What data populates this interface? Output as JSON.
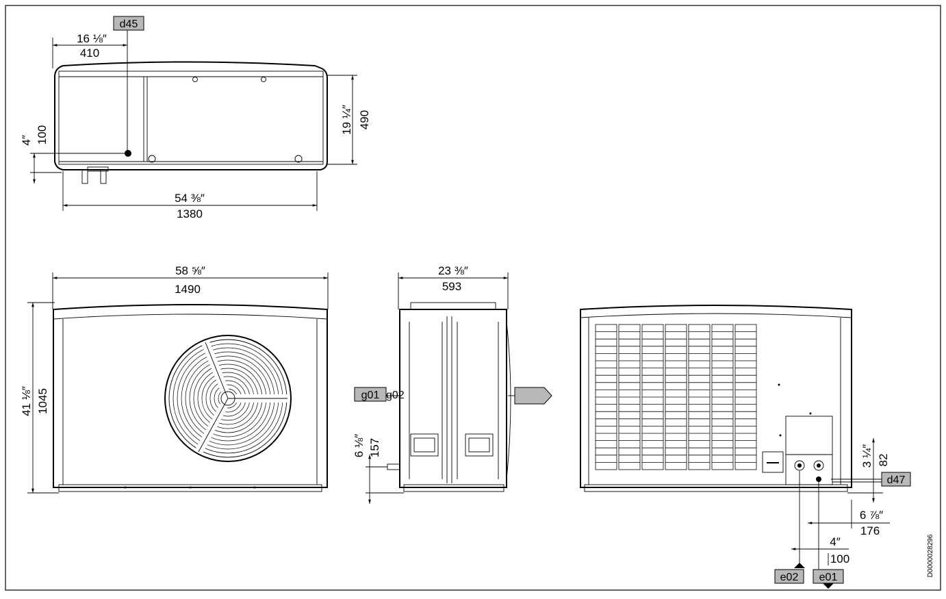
{
  "drawing_id": "D0000028296",
  "tags": {
    "d45": "d45",
    "g01": "g01",
    "g02": "g02",
    "d47": "d47",
    "e01": "e01",
    "e02": "e02"
  },
  "top_view": {
    "offset_in": "16 ⅛″",
    "offset_mm": "410",
    "depth_in": "19 ¼″",
    "depth_mm": "490",
    "height_in": "4″",
    "height_mm": "100",
    "width_in": "54 ⅜″",
    "width_mm": "1380"
  },
  "front_view": {
    "width_in": "58 ⅝″",
    "width_mm": "1490",
    "height_in": "41 ⅛″",
    "height_mm": "1045"
  },
  "side_view": {
    "depth_in": "23 ⅜″",
    "depth_mm": "593",
    "conn_in": "6 ⅛″",
    "conn_mm": "157"
  },
  "rear_view": {
    "h_in": "3 ¼″",
    "h_mm": "82",
    "off_in": "6 ⅞″",
    "off_mm": "176",
    "spacing_in": "4″",
    "spacing_mm": "100"
  }
}
